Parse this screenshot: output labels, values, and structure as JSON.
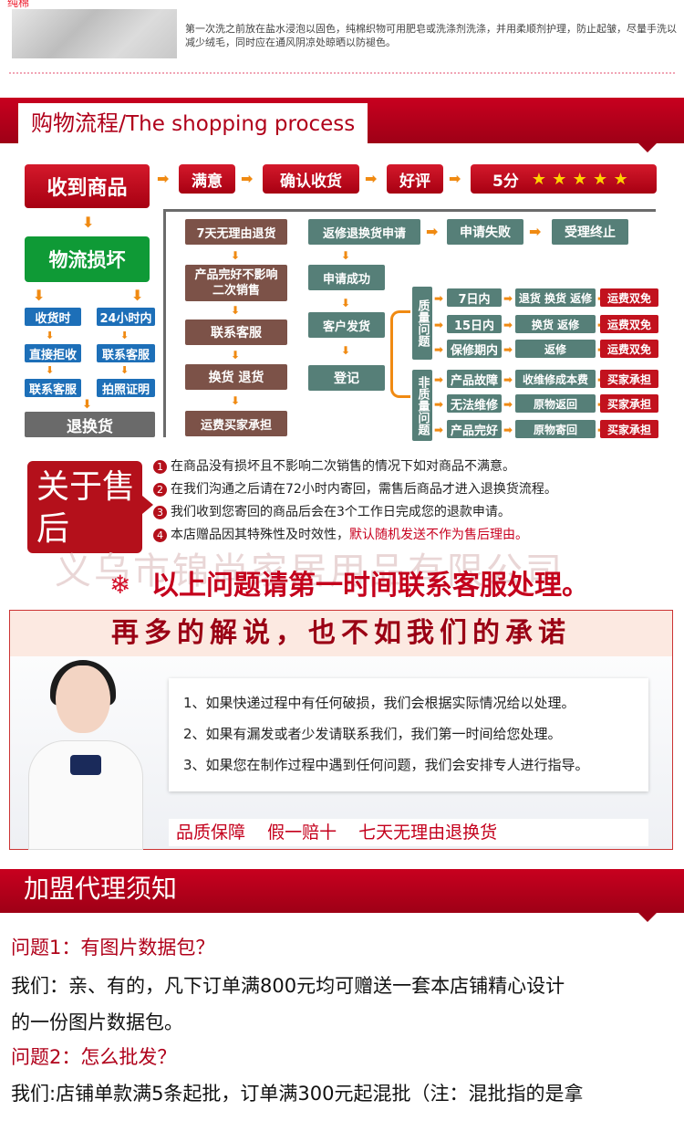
{
  "care": {
    "label": "纯棉",
    "text": "第一次洗之前放在盐水浸泡以固色，纯棉织物可用肥皂或洗涤剂洗涤，并用柔顺剂护理，防止起皱，尽量手洗以减少绒毛，同时应在通风阴凉处晾晒以防褪色。"
  },
  "shopping": {
    "title_cn": "购物流程/",
    "title_en": "The shopping process",
    "top_flow": [
      "收到商品",
      "满意",
      "确认收货",
      "好评",
      "5分"
    ],
    "stars": "★ ★ ★ ★ ★",
    "damaged": "物流损坏",
    "left_a": [
      "收货时",
      "直接拒收",
      "联系客服"
    ],
    "left_b": [
      "24小时内",
      "联系客服",
      "拍照证明"
    ],
    "exchange": "退换货",
    "col1": [
      "7天无理由退货",
      "产品完好不影响二次销售",
      "联系客服",
      "换货 退货",
      "运费买家承担"
    ],
    "col2_row": [
      "返修退换货申请",
      "申请失败",
      "受理终止"
    ],
    "col2": [
      "申请成功",
      "客户发货",
      "登记"
    ],
    "quality": "质量问题",
    "non_quality": "非质量问题",
    "q_rows": [
      {
        "time": "7日内",
        "action": "退货 换货 返修",
        "fee": "运费双免"
      },
      {
        "time": "15日内",
        "action": "换货  返修",
        "fee": "运费双免"
      },
      {
        "time": "保修期内",
        "action": "返修",
        "fee": "运费双免"
      }
    ],
    "nq_rows": [
      {
        "time": "产品故障",
        "action": "收维修成本费",
        "fee": "买家承担"
      },
      {
        "time": "无法维修",
        "action": "原物返回",
        "fee": "买家承担"
      },
      {
        "time": "产品完好",
        "action": "原物寄回",
        "fee": "买家承担"
      }
    ]
  },
  "after_sales": {
    "badge": "关于售后",
    "rules": [
      {
        "num": "1",
        "text": "在商品没有损坏且不影响二次销售的情况下如对商品不满意。",
        "hl": ""
      },
      {
        "num": "2",
        "text": "在我们沟通之后请在72小时内寄回，需售后商品才进入退换货流程。",
        "hl": ""
      },
      {
        "num": "3",
        "text": "我们收到您寄回的商品后会在3个工作日完成您的退款申请。",
        "hl": ""
      },
      {
        "num": "4",
        "text": "本店赠品因其特殊性及时效性，",
        "hl": "默认随机发送不作为售后理由。"
      }
    ],
    "watermark": "义乌市锦尚家居用品有限公司",
    "contact": "以上问题请第一时间联系客服处理。"
  },
  "promise": {
    "title": "再多的解说，也不如我们的承诺",
    "lines": [
      "1、如果快递过程中有任何破损，我们会根据实际情况给以处理。",
      "2、如果有漏发或者少发请联系我们，我们第一时间给您处理。",
      "3、如果您在制作过程中遇到任何问题，我们会安排专人进行指导。"
    ],
    "guarantees": [
      "品质保障",
      "假一赔十",
      "七天无理由退换货"
    ]
  },
  "franchise": {
    "title": "加盟代理须知",
    "q1": "问题1：有图片数据包？",
    "a1_l1": "我们：亲、有的，凡下订单满800元均可赠送一套本店铺精心设计",
    "a1_l2": "的一份图片数据包。",
    "q2": "问题2：怎么批发？",
    "a2_l1": "我们:店铺单款满5条起批，订单满300元起混批（注：混批指的是拿"
  }
}
